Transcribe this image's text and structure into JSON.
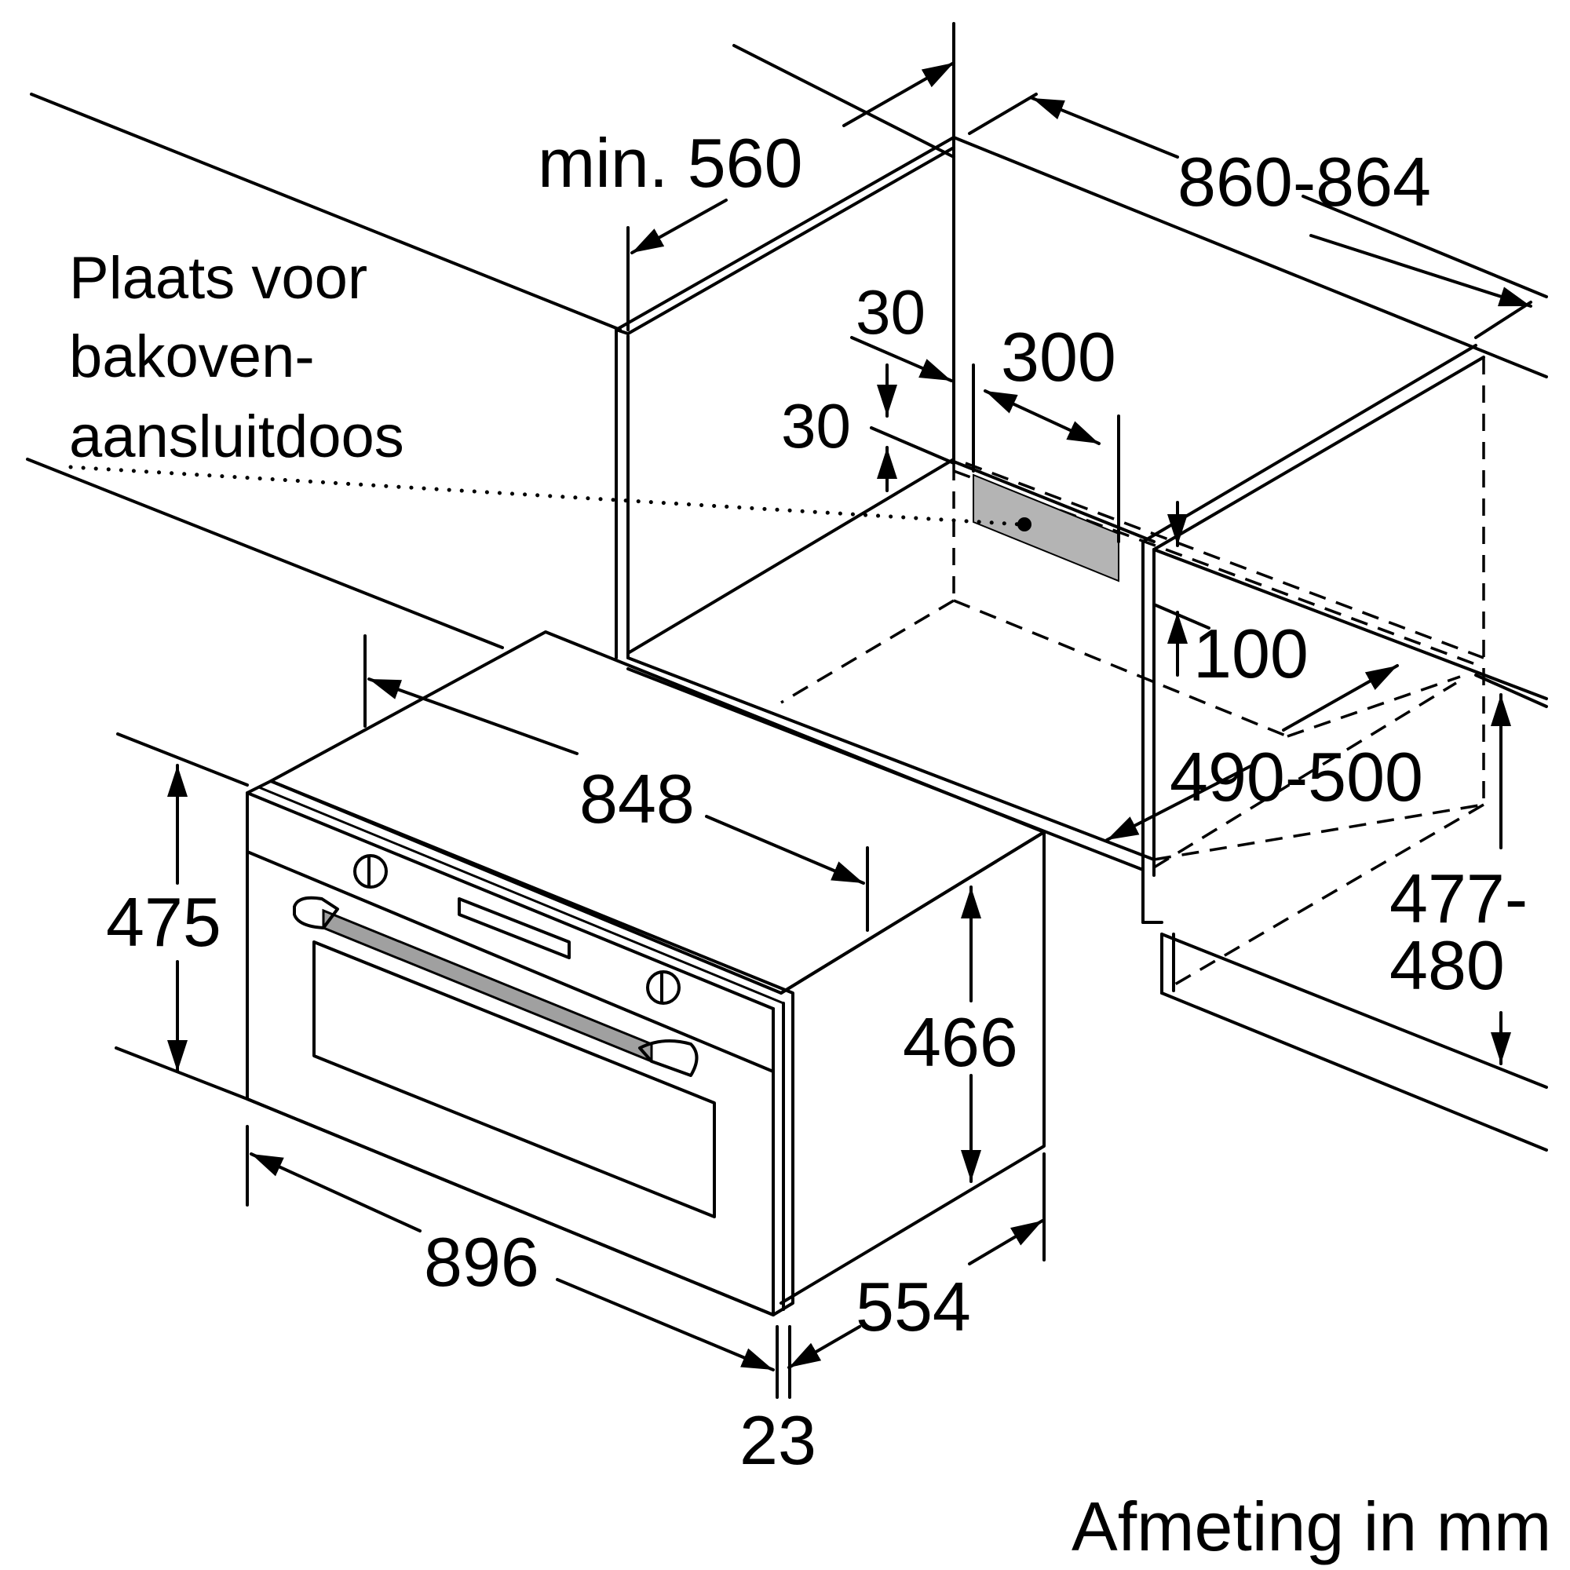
{
  "note": {
    "line1": "Plaats voor",
    "line2": "bakoven-",
    "line3": "aansluitdoos"
  },
  "dimensions": {
    "min_depth": "min. 560",
    "niche_width": "860-864",
    "offset_top": "30",
    "offset_side": "30",
    "box_width": "300",
    "box_height": "100",
    "niche_depth": "490-500",
    "niche_height_top": "477-",
    "niche_height_bottom": "480",
    "body_width": "848",
    "front_height": "475",
    "body_height": "466",
    "front_width": "896",
    "body_depth": "554",
    "front_thickness": "23"
  },
  "units": "Afmeting in mm",
  "colors": {
    "line": "#000000",
    "handle": "#a0a0a0",
    "socket_box": "#b4b4b4"
  }
}
